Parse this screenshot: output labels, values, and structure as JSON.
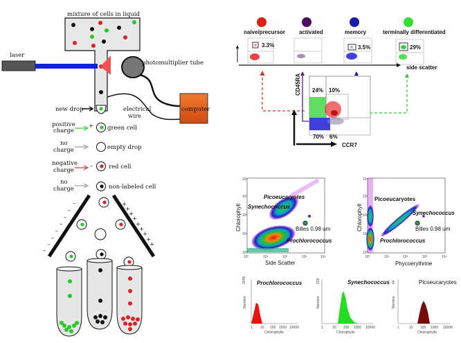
{
  "sorter": {
    "mixture_label": "mixture of cells in liquid",
    "laser_label": "laser",
    "pmt_label": "photomultiplier tube",
    "computer_label": "computer",
    "new_drop_label": "new drop",
    "wire_label_1": "electrical",
    "wire_label_2": "wire",
    "legend": [
      {
        "charge_1": "positive",
        "charge_2": "charge",
        "sign": "+",
        "drop": "green cell",
        "arrow_color": "#4ddc4d"
      },
      {
        "charge_1": "no",
        "charge_2": "charge",
        "sign": "",
        "drop": "empty drop",
        "arrow_color": "#b0b0b0"
      },
      {
        "charge_1": "negative",
        "charge_2": "charge",
        "sign": "–",
        "drop": "red cell",
        "arrow_color": "#e85a5a"
      },
      {
        "charge_1": "no",
        "charge_2": "charge",
        "sign": "",
        "drop": "non-labeled cell",
        "arrow_color": "#b0b0b0"
      }
    ],
    "colors": {
      "laser_beam": "#1020e0",
      "green": "#22cc22",
      "red": "#dd2222",
      "computer": "#e8641c"
    }
  },
  "tcell": {
    "populations": [
      {
        "label": "naive/precursor",
        "color": "#dd2211",
        "percent": "3.3%"
      },
      {
        "label": "activated",
        "color": "#4a1060",
        "percent": ""
      },
      {
        "label": "memory",
        "color": "#1a1aaa",
        "percent": "3.5%"
      },
      {
        "label": "terminally differentiated",
        "color": "#33dd33",
        "percent": "29%"
      }
    ],
    "x_axis_label": "side scatter",
    "main_plot": {
      "y_label": "CD45RA",
      "x_label": "CCR7",
      "quadrants": [
        "24%",
        "10%",
        "70%",
        "6%"
      ]
    }
  },
  "phyto": {
    "scatter_left": {
      "x_label": "Side Scatter",
      "y_label": "Chlorophyll",
      "ticks": [
        "10⁰",
        "10¹",
        "10²",
        "10³",
        "10⁴"
      ],
      "labels": [
        "Picoeucaryotes",
        "Synechococcus",
        "Billes 0.98 um",
        "Prochlorococcus"
      ]
    },
    "scatter_right": {
      "x_label": "Phycoerythrine",
      "y_label": "Chlorophyll",
      "ticks": [
        "10⁰",
        "10¹",
        "10²",
        "10³",
        "10⁴"
      ],
      "labels": [
        "Picoeucaryotes",
        "Synechococcus",
        "Billes 0.98 um",
        "Prochlorococcus"
      ]
    },
    "histograms": [
      {
        "title": "Prochlorococcus",
        "x_label": "Chlorophylle",
        "y_label": "Nombre",
        "ymax": "2048",
        "color": "#ee1111"
      },
      {
        "title": "Synechococcus",
        "x_label": "Chorophylle",
        "y_label": "Nombre",
        "ymax": "128",
        "color": "#22dd22"
      },
      {
        "title": "Picoeucaryotes",
        "x_label": "Chlorophylle",
        "y_label": "Nombre",
        "ymax": "64",
        "color": "#7a0a0a"
      }
    ],
    "hist_ticks": [
      "1",
      "10",
      "100",
      "1000",
      "10000"
    ]
  }
}
